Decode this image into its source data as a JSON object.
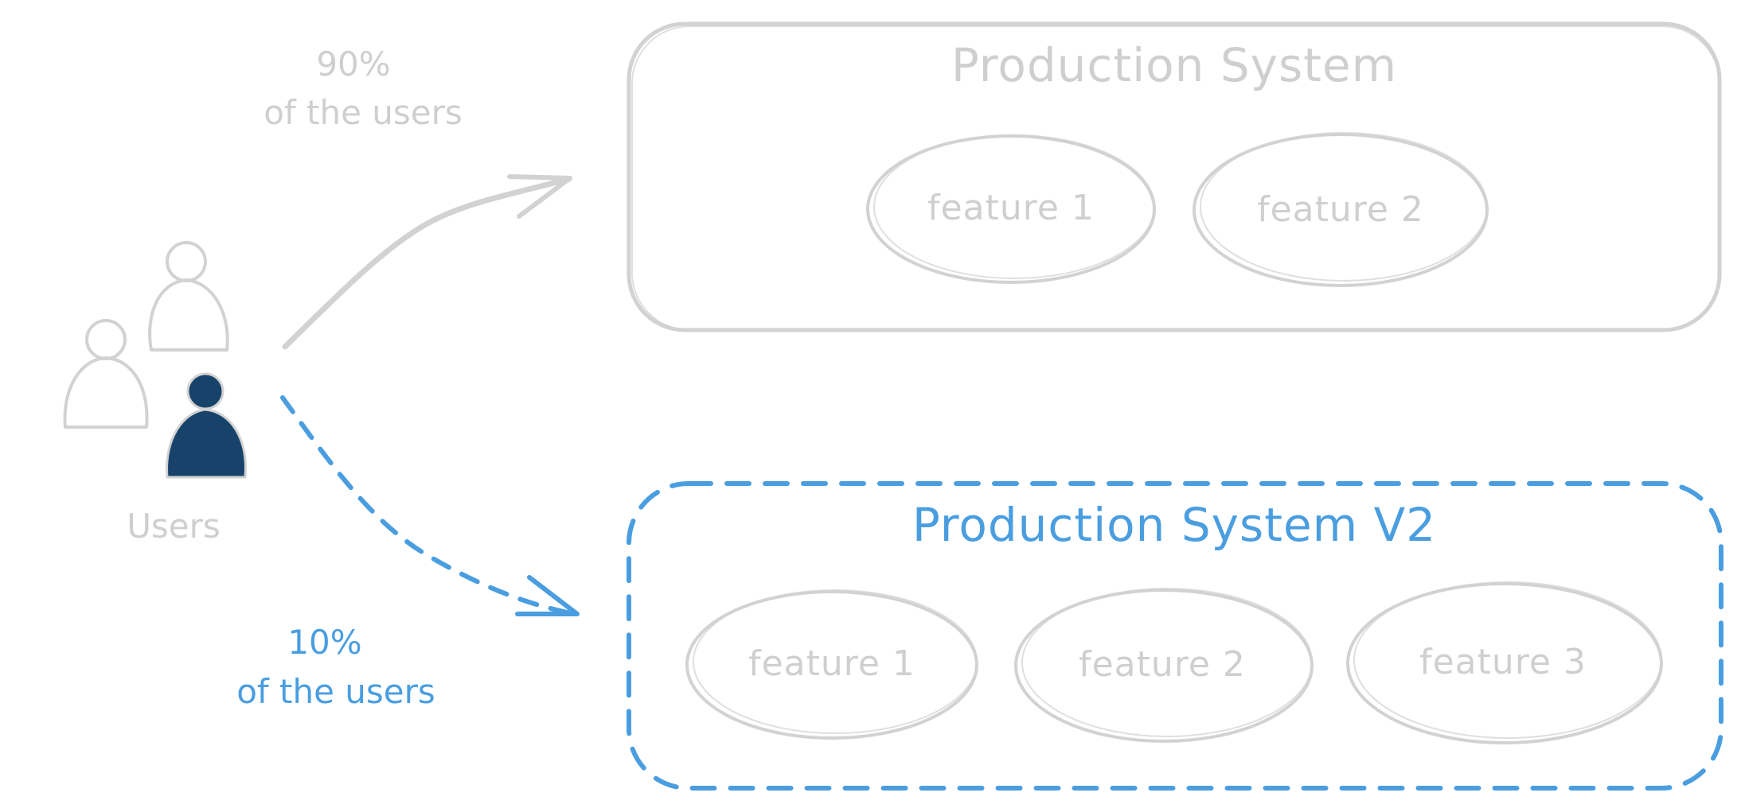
{
  "users": {
    "label": "Users",
    "colors": {
      "outline": "#d2d2d2",
      "highlight_fill": "#17436a"
    }
  },
  "split_top": {
    "percent": "90%",
    "caption": "of the users"
  },
  "split_bottom": {
    "percent": "10%",
    "caption": "of the users"
  },
  "production": {
    "title": "Production System",
    "features": [
      "feature 1",
      "feature 2"
    ]
  },
  "production_v2": {
    "title": "Production System V2",
    "features": [
      "feature 1",
      "feature 2",
      "feature 3"
    ]
  },
  "colors": {
    "neutral": "#d2d2d2",
    "accent": "#4a9ee0",
    "highlight": "#17436a"
  }
}
